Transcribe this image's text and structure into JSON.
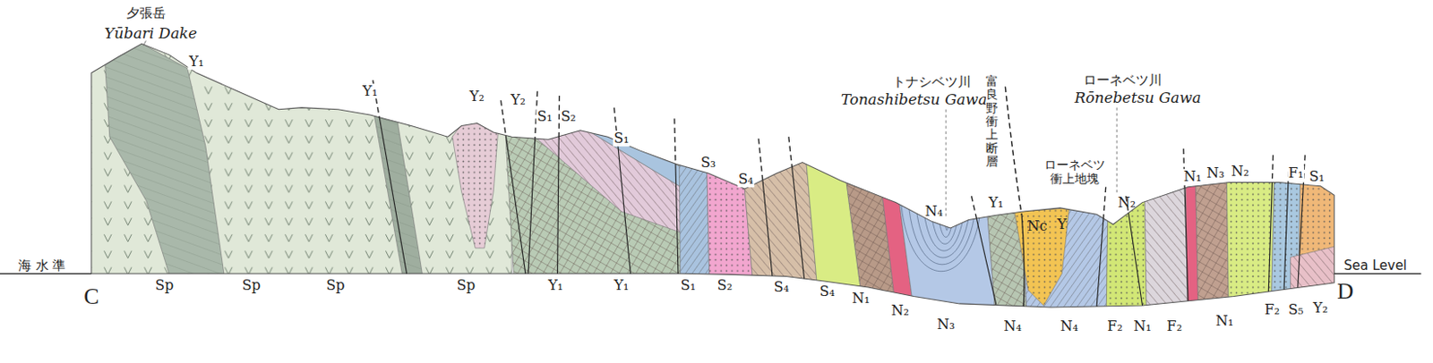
{
  "diagram": {
    "labels": [
      "夕張岳",
      "Yūbari Dake",
      "Y₁",
      "Y₁",
      "Y₂",
      "Y₂",
      "S₁",
      "S₂",
      "S₁",
      "S₃",
      "S₄",
      "トナシベツ川",
      "Tonashibetsu Gawa",
      "富良野衝上断層",
      "N₄",
      "Y₁",
      "Nc",
      "Y",
      "ローネベツ 衝上地塊",
      "ローネベツ川",
      "Rōnebetsu Gawa",
      "N₂",
      "N₁",
      "N₃",
      "N₂",
      "F₁",
      "S₁",
      "海 水 準",
      "C",
      "Sea Level",
      "D",
      "Sp",
      "Sp",
      "Sp",
      "Sp",
      "Y₁",
      "Y₁",
      "S₁",
      "S₂",
      "S₄",
      "S₄",
      "N₁",
      "N₂",
      "N₃",
      "N₄",
      "N₄",
      "F₂",
      "N₁",
      "F₂",
      "N₁",
      "F₂",
      "S₅",
      "Y₂"
    ]
  }
}
